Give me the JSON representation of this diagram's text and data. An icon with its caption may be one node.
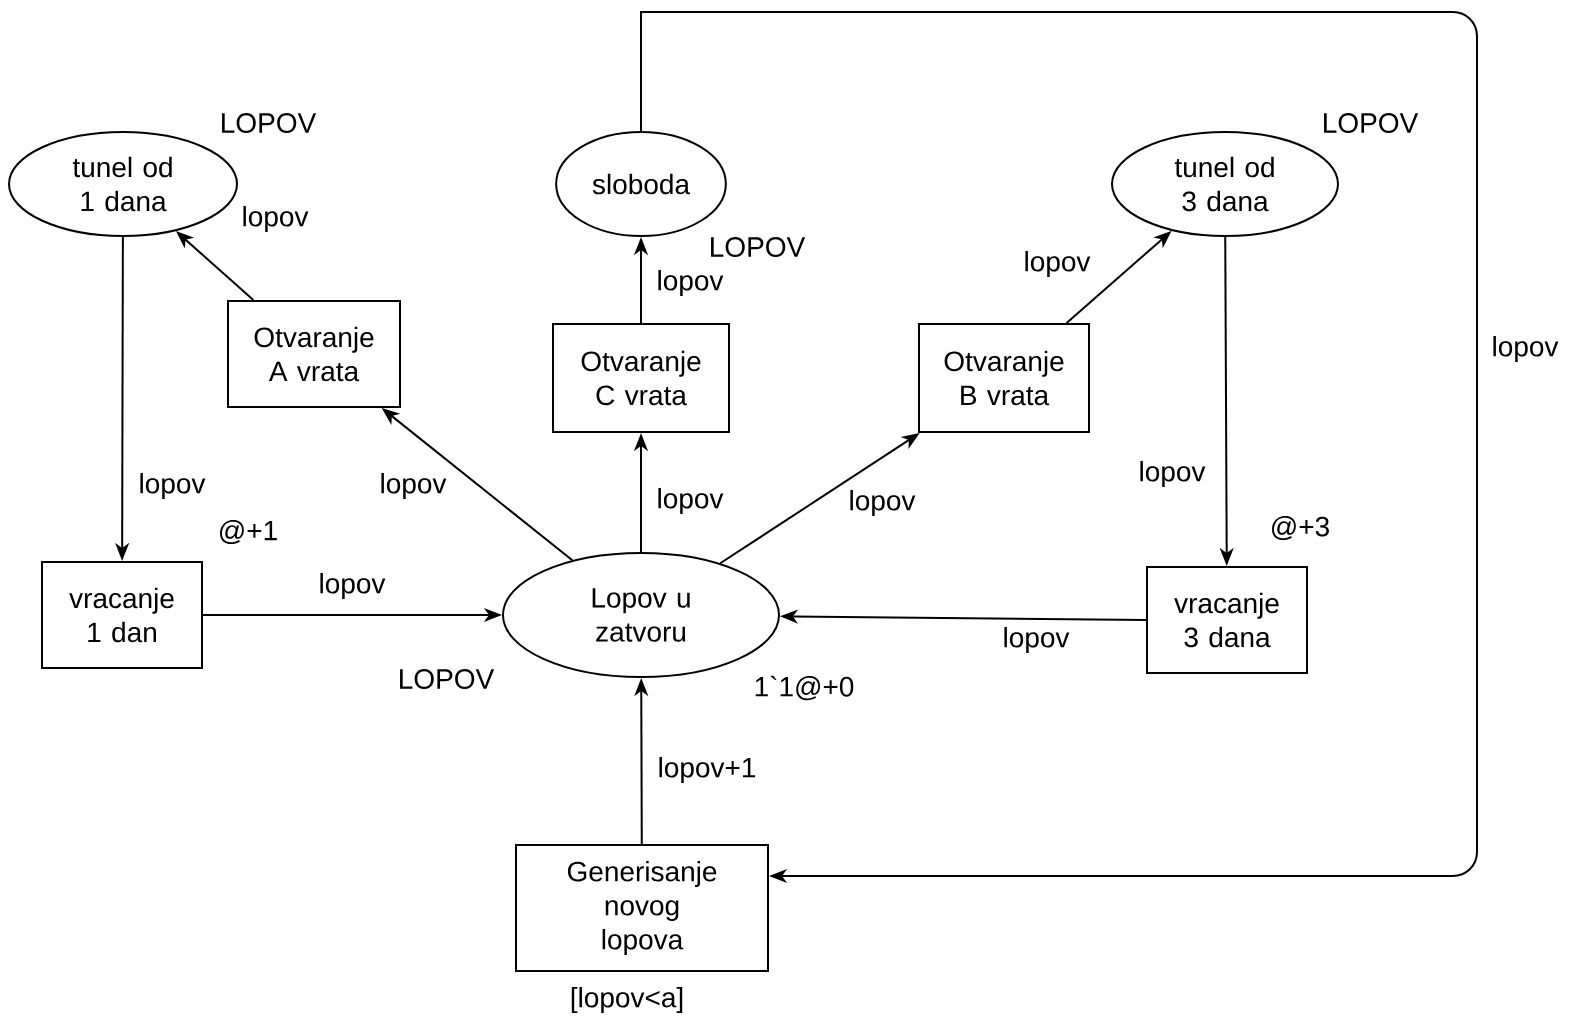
{
  "diagram": {
    "nodes": [
      {
        "text": [
          "tunel od 1 dana"
        ],
        "beside": [
          "LOPOV"
        ]
      },
      {
        "text": [
          "sloboda"
        ],
        "beside": [
          "LOPOV"
        ]
      },
      {
        "text": [
          "tunel od 3 dana"
        ],
        "beside": [
          "LOPOV"
        ]
      },
      {
        "text": [
          "Otvaranje A vrata"
        ]
      },
      {
        "text": [
          "Otvaranje C vrata"
        ]
      },
      {
        "text": [
          "Otvaranje B vrata"
        ]
      },
      {
        "text": [
          "vracanje 1 dan"
        ]
      },
      {
        "text": [
          "Lopov u zatvoru"
        ],
        "beside": [
          "LOPOV",
          "1`1@+0"
        ]
      },
      {
        "text": [
          "vracanje 3 dana"
        ]
      },
      {
        "text": [
          "Generisanje novog lopova"
        ],
        "beside": [
          "[lopov<a]"
        ]
      }
    ],
    "edges": [
      {
        "from": 0,
        "to": 6,
        "arrow": "to",
        "label": "lopov"
      },
      {
        "from": 3,
        "to": 0,
        "arrow": "to",
        "label": "lopov"
      },
      {
        "from": 7,
        "to": 3,
        "arrow": "to",
        "label": "lopov"
      },
      {
        "from": 7,
        "to": 4,
        "arrow": "to",
        "label": "lopov"
      },
      {
        "from": 4,
        "to": 1,
        "arrow": "to",
        "label": "lopov"
      },
      {
        "from": 7,
        "to": 5,
        "arrow": "to",
        "label": "lopov"
      },
      {
        "from": 5,
        "to": 2,
        "arrow": "to",
        "label": "lopov"
      },
      {
        "from": 2,
        "to": 8,
        "arrow": "to",
        "label": "lopov"
      },
      {
        "from": 8,
        "to": 7,
        "arrow": "to",
        "label": "lopov"
      },
      {
        "from": 6,
        "to": 7,
        "arrow": "to",
        "label": "lopov"
      },
      {
        "from": 9,
        "to": 7,
        "arrow": "to",
        "label": "lopov+1"
      },
      {
        "from": 1,
        "to": 9,
        "arrow": "to",
        "label": "lopov"
      }
    ],
    "labels": [
      "@+1",
      "@+3"
    ]
  }
}
